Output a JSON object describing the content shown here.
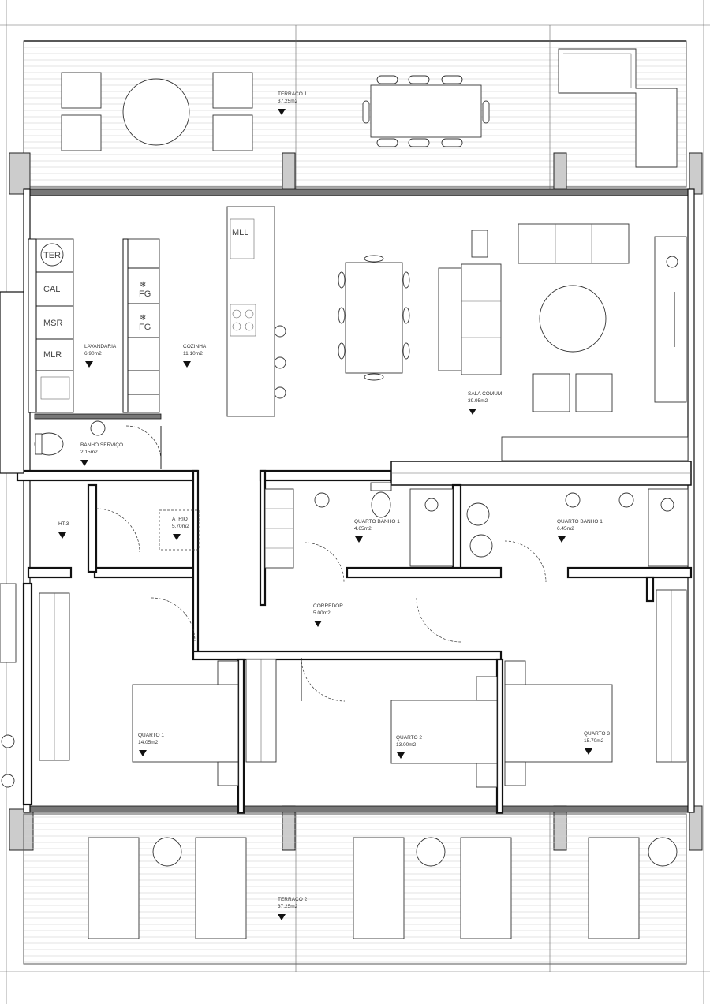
{
  "rooms": {
    "terraco1": {
      "name": "TERRAÇO 1",
      "area": "37.25m2"
    },
    "lavandaria": {
      "name": "LAVANDARIA",
      "area": "6.90m2"
    },
    "cozinha": {
      "name": "COZINHA",
      "area": "11.10m2"
    },
    "sala_comum": {
      "name": "SALA COMUM",
      "area": "39.95m2"
    },
    "banho_servico": {
      "name": "BANHO SERVIÇO",
      "area": "2.15m2"
    },
    "ht3": {
      "name": "HT.3",
      "area": ""
    },
    "atrio": {
      "name": "ÁTRIO",
      "area": "5.70m2"
    },
    "quarto_banho_1a": {
      "name": "QUARTO BANHO 1",
      "area": "4.65m2"
    },
    "quarto_banho_1b": {
      "name": "QUARTO BANHO 1",
      "area": "6.45m2"
    },
    "corredor": {
      "name": "CORREDOR",
      "area": "5.00m2"
    },
    "quarto1": {
      "name": "QUARTO 1",
      "area": "14.05m2"
    },
    "quarto2": {
      "name": "QUARTO 2",
      "area": "13.00m2"
    },
    "quarto3": {
      "name": "QUARTO 3",
      "area": "15.70m2"
    },
    "terraco2": {
      "name": "TERRAÇO 2",
      "area": "37.25m2"
    }
  },
  "appliances": {
    "ter": "TER",
    "cal": "CAL",
    "msr": "MSR",
    "mlr": "MLR",
    "fg1": "FG",
    "fg2": "FG",
    "mll": "MLL"
  }
}
